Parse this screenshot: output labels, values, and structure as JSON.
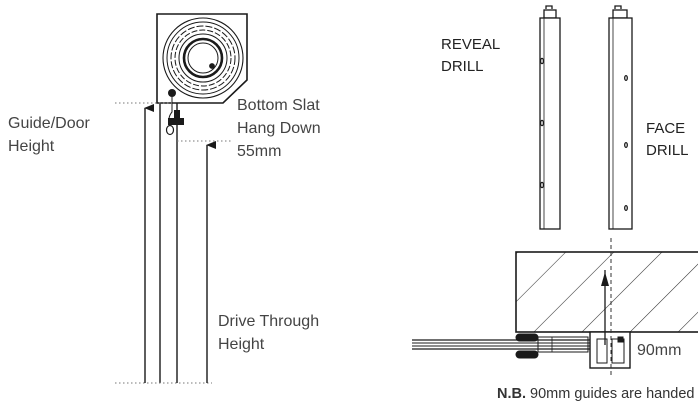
{
  "labels": {
    "guide_door_height": "Guide/Door\nHeight",
    "bottom_slat": "Bottom Slat\nHang Down\n55mm",
    "drive_through": "Drive Through\nHeight",
    "reveal_drill": "REVEAL\nDRILL",
    "face_drill": "FACE\nDRILL",
    "dimension_90mm": "90mm"
  },
  "note": {
    "prefix": "N.B.",
    "text": " 90mm guides are handed"
  },
  "colors": {
    "line": "#1a1a1a",
    "dotted": "#777777",
    "text": "#444444"
  }
}
